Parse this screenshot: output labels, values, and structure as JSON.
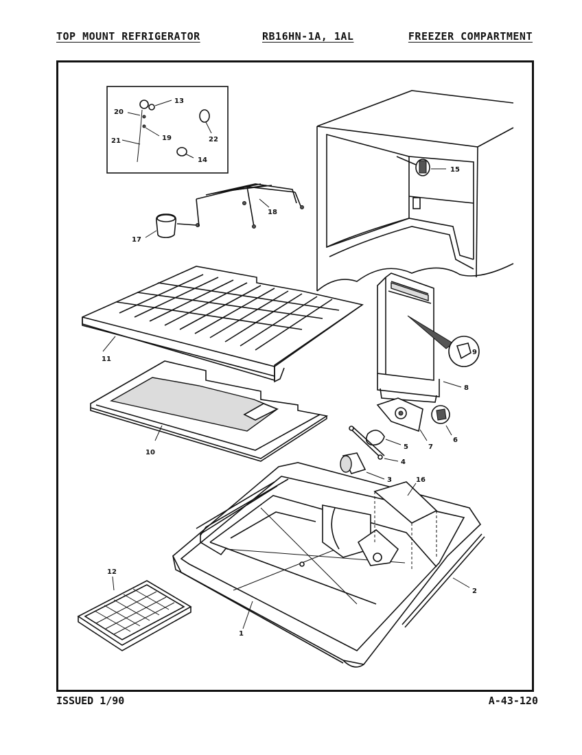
{
  "header": {
    "left": "TOP MOUNT REFRIGERATOR",
    "center": "RB16HN-1A, 1AL",
    "right": "FREEZER COMPARTMENT"
  },
  "footer": {
    "left": "ISSUED 1/90",
    "right": "A-43-120"
  },
  "callouts": {
    "c1": "1",
    "c2": "2",
    "c3": "3",
    "c4": "4",
    "c5": "5",
    "c6": "6",
    "c7": "7",
    "c8": "8",
    "c9": "9",
    "c10": "10",
    "c11": "11",
    "c12": "12",
    "c13": "13",
    "c14": "14",
    "c15": "15",
    "c16": "16",
    "c17": "17",
    "c18": "18",
    "c19": "19",
    "c20": "20",
    "c21": "21",
    "c22": "22"
  }
}
